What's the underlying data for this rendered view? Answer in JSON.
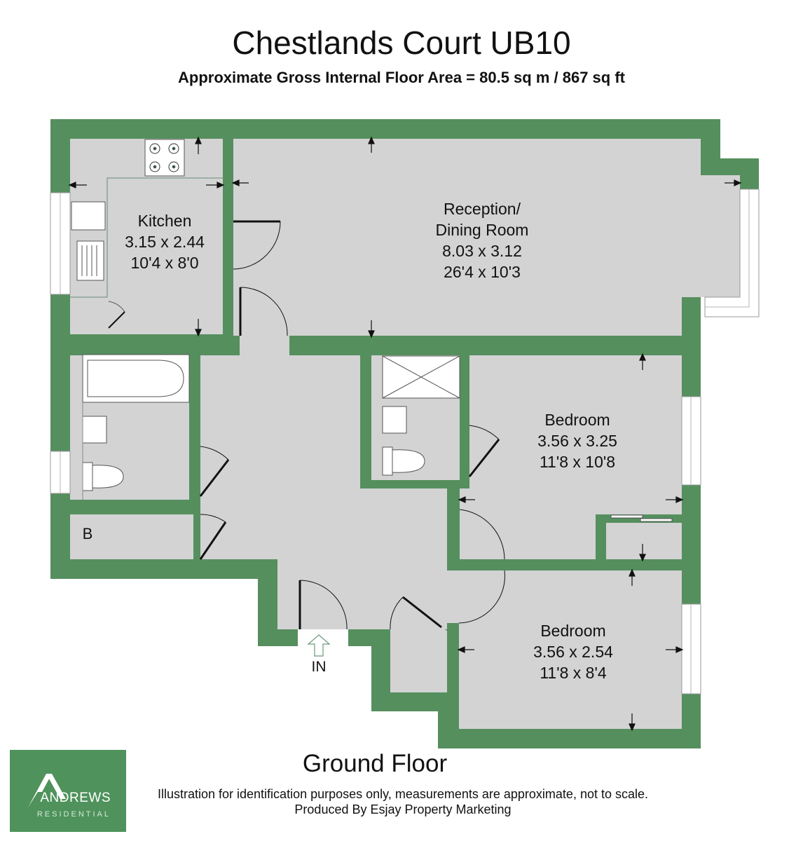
{
  "header": {
    "title": "Chestlands Court UB10",
    "subtitle": "Approximate Gross Internal Floor Area = 80.5 sq m / 867 sq ft"
  },
  "rooms": {
    "kitchen": {
      "name": "Kitchen",
      "metric": "3.15 x 2.44",
      "imperial": "10'4 x 8'0"
    },
    "reception": {
      "name_line1": "Reception/",
      "name_line2": "Dining Room",
      "metric": "8.03 x 3.12",
      "imperial": "26'4 x 10'3"
    },
    "bedroom1": {
      "name": "Bedroom",
      "metric": "3.56 x 3.25",
      "imperial": "11'8 x 10'8"
    },
    "bedroom2": {
      "name": "Bedroom",
      "metric": "3.56 x 2.54",
      "imperial": "11'8 x 8'4"
    }
  },
  "labels": {
    "entrance": "IN",
    "boiler": "B",
    "floor": "Ground Floor"
  },
  "footer": {
    "disclaimer_line1": "Illustration for identification purposes only, measurements are approximate, not to scale.",
    "disclaimer_line2": "Produced By Esjay Property Marketing"
  },
  "logo": {
    "name": "ANDREWS",
    "sub": "RESIDENTIAL"
  },
  "colors": {
    "wall": "#558f5e",
    "floor": "#d3d3d3",
    "logo_bg": "#4f925c"
  },
  "icons": [
    "hob-icon",
    "sink-icon",
    "bath-icon",
    "toilet-icon",
    "basin-icon",
    "shower-tray-icon",
    "entrance-arrow-icon",
    "dimension-arrow-icon"
  ]
}
